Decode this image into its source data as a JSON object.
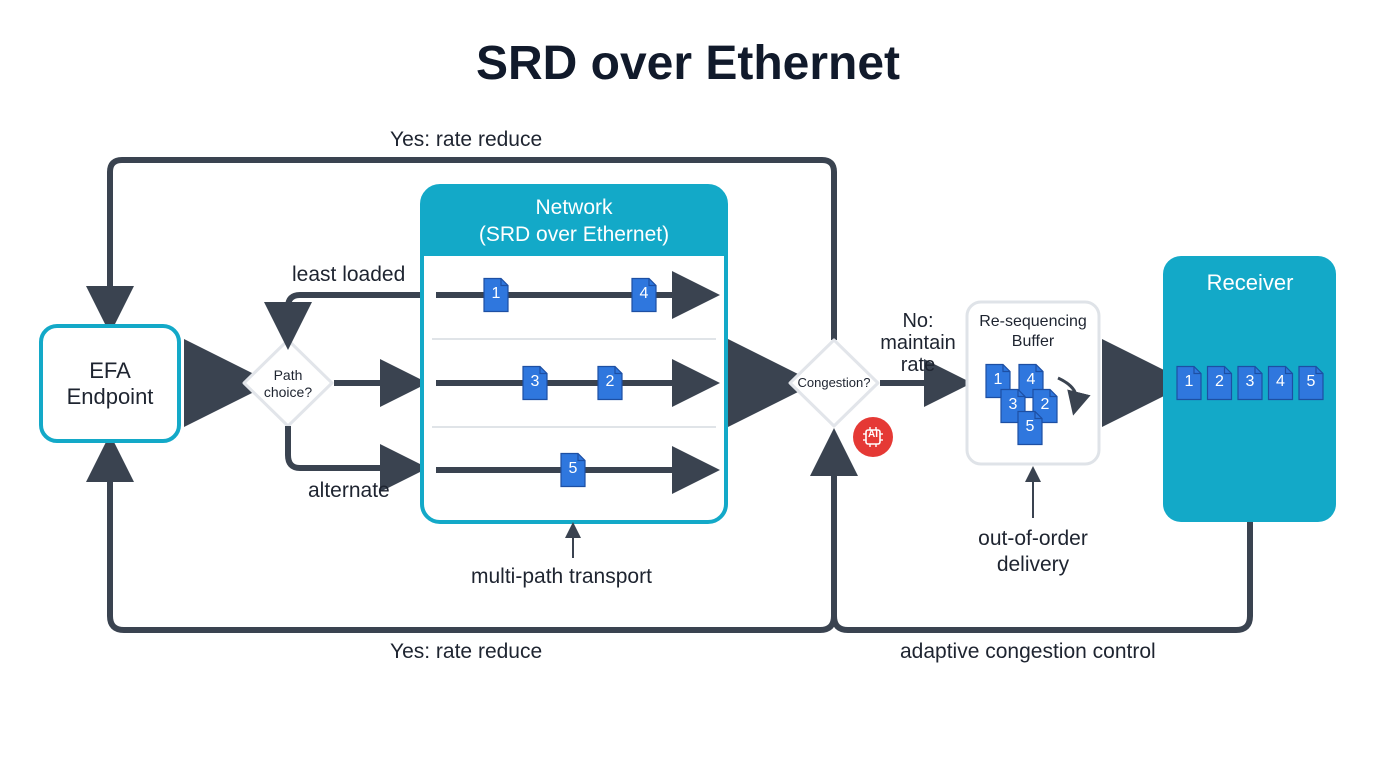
{
  "title": "SRD over Ethernet",
  "efa": {
    "line1": "EFA",
    "line2": "Endpoint"
  },
  "path_choice": {
    "line1": "Path",
    "line2": "choice?"
  },
  "network": {
    "line1": "Network",
    "line2": "(SRD over Ethernet)"
  },
  "congestion": {
    "label": "Congestion?"
  },
  "buffer": {
    "line1": "Re-sequencing",
    "line2": "Buffer"
  },
  "receiver": {
    "label": "Receiver"
  },
  "labels": {
    "yes_top": "Yes: rate reduce",
    "yes_bottom": "Yes: rate reduce",
    "least_loaded": "least loaded",
    "alternate": "alternate",
    "no_line1": "No:",
    "no_line2": "maintain",
    "no_line3": "rate",
    "multi_path": "multi-path transport",
    "ooo_line1": "out-of-order",
    "ooo_line2": "delivery",
    "adaptive": "adaptive congestion control",
    "ai_badge": "AI"
  },
  "lanes": [
    {
      "packets": [
        "1",
        "4"
      ]
    },
    {
      "packets": [
        "3",
        "2"
      ]
    },
    {
      "packets": [
        "5"
      ]
    }
  ],
  "buffer_packets": [
    "1",
    "4",
    "3",
    "2",
    "5"
  ],
  "receiver_packets": [
    "1",
    "2",
    "3",
    "4",
    "5"
  ],
  "colors": {
    "teal": "#13a9c8",
    "packet_blue": "#2f77de",
    "arrow_dark": "#3a4350",
    "badge_red": "#e53935"
  }
}
